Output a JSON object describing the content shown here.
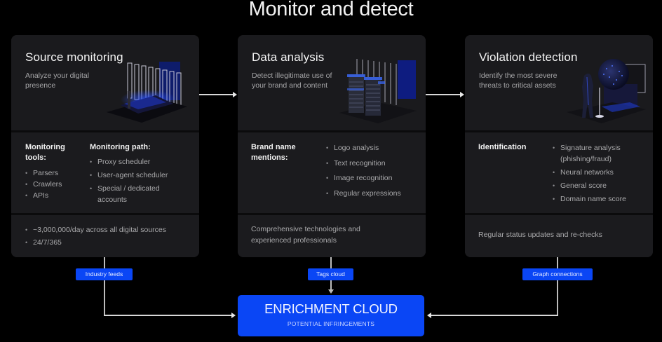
{
  "title": "Monitor and detect",
  "cards": [
    {
      "title": "Source monitoring",
      "subtitle": "Analyze your digital presence",
      "illustration_icon": "monitoring-station-icon",
      "groups": [
        {
          "label": "Monitoring tools:",
          "items": [
            "Parsers",
            "Crawlers",
            "APIs"
          ]
        },
        {
          "label": "Monitoring path:",
          "items": [
            "Proxy scheduler",
            "User-agent scheduler",
            "Special / dedicated accounts"
          ]
        }
      ],
      "footer_items": [
        "~3,000,000/day across all digital sources",
        "24/7/365"
      ],
      "tag": "Industry feeds"
    },
    {
      "title": "Data analysis",
      "subtitle": "Detect illegitimate use of your brand and content",
      "illustration_icon": "server-racks-icon",
      "groups": [
        {
          "label": "Brand name mentions:",
          "items": [
            "Logo analysis",
            "Text recognition",
            "Image recognition",
            "Regular expressions"
          ]
        }
      ],
      "footer_text": "Comprehensive technologies and experienced professionals",
      "tag": "Tags cloud"
    },
    {
      "title": "Violation detection",
      "subtitle": "Identify the most severe threats to critical assets",
      "illustration_icon": "globe-analyst-icon",
      "groups": [
        {
          "label": "Identification",
          "items": [
            "Signature analysis (phishing/fraud)",
            "Neural networks",
            "General score",
            "Domain name score"
          ]
        }
      ],
      "footer_text": "Regular status updates and re-checks",
      "tag": "Graph connections"
    }
  ],
  "enrichment": {
    "title": "ENRICHMENT CLOUD",
    "subtitle": "POTENTIAL INFRINGEMENTS"
  },
  "colors": {
    "accent": "#0a46f5",
    "background": "#000000",
    "card": "#1b1b1e"
  }
}
